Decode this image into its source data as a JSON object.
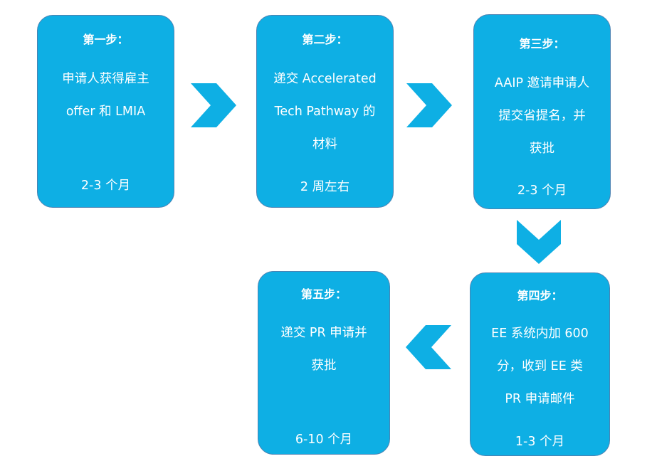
{
  "colors": {
    "box_fill": "#0eafe4",
    "box_border": "#4b83b3",
    "arrow": "#0eafe4",
    "text": "#ffffff"
  },
  "steps": [
    {
      "title": "第一步：",
      "desc": [
        "申请人获得雇主",
        "offer 和 LMIA"
      ],
      "time": "2-3 个月"
    },
    {
      "title": "第二步：",
      "desc": [
        "递交 Accelerated",
        "Tech Pathway 的",
        "材料"
      ],
      "time": "2 周左右"
    },
    {
      "title": "第三步：",
      "desc": [
        "AAIP 邀请申请人",
        "提交省提名，并",
        "获批"
      ],
      "time": "2-3 个月"
    },
    {
      "title": "第四步：",
      "desc": [
        "EE 系统内加 600",
        "分，收到 EE 类",
        "PR 申请邮件"
      ],
      "time": "1-3 个月"
    },
    {
      "title": "第五步：",
      "desc": [
        "递交 PR 申请并",
        "获批"
      ],
      "time": "6-10 个月"
    }
  ],
  "arrows": [
    {
      "direction": "right"
    },
    {
      "direction": "right"
    },
    {
      "direction": "down"
    },
    {
      "direction": "left"
    }
  ]
}
